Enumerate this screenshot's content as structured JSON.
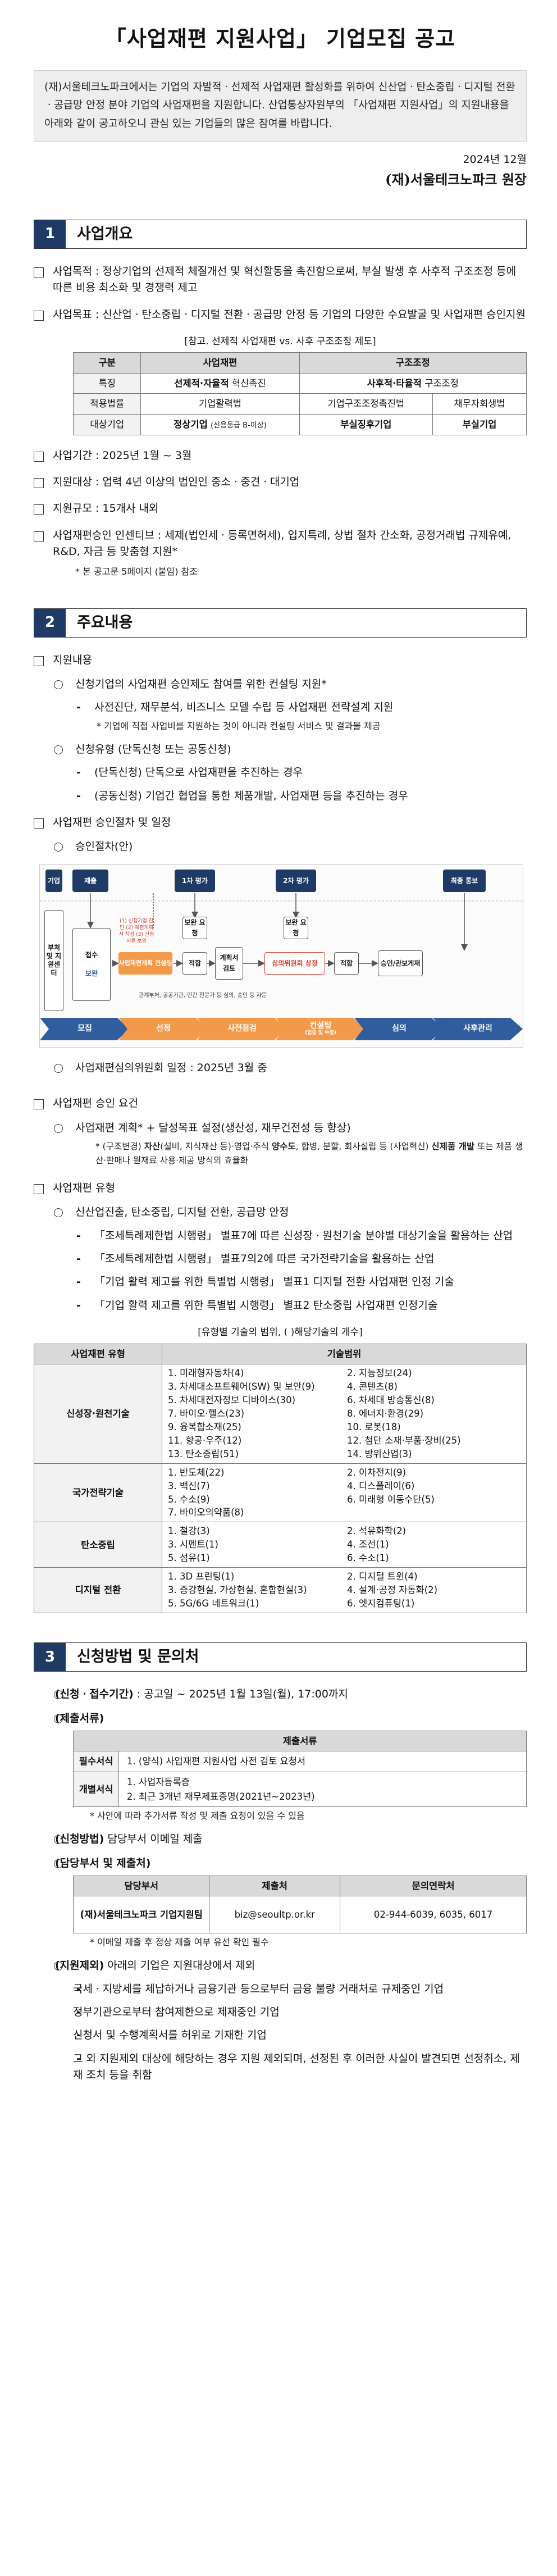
{
  "title": "「사업재편 지원사업」 기업모집 공고",
  "intro": "(재)서울테크노파크에서는 기업의 자발적ㆍ선제적 사업재편 활성화를 위하여 신산업ㆍ탄소중립ㆍ디지털 전환ㆍ공급망 안정 분야 기업의 사업재편을 지원합니다. 산업통상자원부의 「사업재편 지원사업」의 지원내용을 아래와 같이 공고하오니 관심 있는 기업들의 많은 참여를 바랍니다.",
  "date": "2024년 12월",
  "org": "(재)서울테크노파크 원장",
  "sec1": {
    "num": "1",
    "title": "사업개요",
    "purpose": "사업목적 : 정상기업의 선제적 체질개선 및 혁신활동을 촉진함으로써, 부실 발생 후 사후적 구조조정 등에 따른 비용 최소화 및 경쟁력 제고",
    "goal": "사업목표 : 신산업ㆍ탄소중립ㆍ디지털 전환ㆍ공급망 안정 등 기업의 다양한 수요발굴 및 사업재편 승인지원",
    "table_caption": "[참고. 선제적 사업재편 vs. 사후 구조조정 제도]",
    "table": {
      "h_label": "구분",
      "h_a": "사업재편",
      "h_b": "구조조정",
      "r1_label": "특징",
      "r1_a_bold": "선제적·자율적",
      "r1_a_rest": "혁신촉진",
      "r1_b_bold": "사후적·타율적",
      "r1_b_rest": "구조조정",
      "r2_label": "적용법률",
      "r2_a": "기업활력법",
      "r2_b1": "기업구조조정촉진법",
      "r2_b2": "채무자회생법",
      "r3_label": "대상기업",
      "r3_a_bold": "정상기업",
      "r3_a_rest": "(신용등급 B-이상)",
      "r3_b1": "부실징후기업",
      "r3_b2": "부실기업"
    },
    "period": "사업기간 : 2025년 1월 ~ 3월",
    "target": "지원대상 : 업력 4년 이상의 법인인 중소ㆍ중견ㆍ대기업",
    "scale": "지원규모 : 15개사 내외",
    "incentive": "사업재편승인 인센티브 : 세제(법인세ㆍ등록면허세), 입지특례, 상법 절차 간소화, 공정거래법 규제유예, R&D, 자금 등 맞춤형 지원*",
    "incentive_note": "* 본 공고문 5페이지 (붙임) 참조"
  },
  "sec2": {
    "num": "2",
    "title": "주요내용",
    "support": "지원내용",
    "consult": "신청기업의 사업재편 승인제도 참여를 위한 컨설팅 지원*",
    "consult_d1": "사전진단, 재무분석, 비즈니스 모델 수립 등 사업재편 전략설계 지원",
    "consult_note": "* 기업에 직접 사업비를 지원하는 것이 아니라 컨설팅 서비스 및 결과물 제공",
    "type": "신청유형 (단독신청 또는 공동신청)",
    "type_d1": "(단독신청) 단독으로 사업재편을 추진하는 경우",
    "type_d2": "(공동신청) 기업간 협업을 통한 제품개발, 사업재편 등을 추진하는 경우",
    "process": "사업재편 승인절차 및 일정",
    "process_sub": "승인절차(안)",
    "flow": {
      "lane_left": "기업",
      "lane_left2": "부처 및 지원센터",
      "apply": "제출",
      "stage1": "1차 평가",
      "stage2": "2차 평가",
      "stage3": "최종 통보",
      "receive": "접수",
      "supplement": "보완",
      "supp_req1": "보완 요청",
      "supp_req2": "보완 요청",
      "consult_box": "사업재편계획 컨설팅",
      "review": "적합",
      "plan": "계획서 검토",
      "committee": "심의위원회 상정",
      "fit": "적합",
      "approve": "승인/관보게재",
      "consult_note": "(1) 신청기업 진단 (2) 재편계획서 작성 (3) 신청서류 보완",
      "bottom_note": "관계부처, 공공기관, 민간 전문가 등 심의, 승인 등 자문",
      "steps": [
        "모집",
        "선정",
        "사전점검",
        "컨설팅",
        "심의",
        "사후관리"
      ],
      "step4_sub": "(업종 및 수정)"
    },
    "committee_sched": "사업재편심의위원회 일정 : 2025년 3월 중",
    "req": "사업재편 승인 요건",
    "req_plan": "사업재편 계획* + 달성목표 설정(생산성, 재무건전성 등 향상)",
    "req_note_pre": "* (구조변경) ",
    "req_note_b1": "자산",
    "req_note_m1": "(설비, 지식재산 등)·영업·주식 ",
    "req_note_b2": "양수도",
    "req_note_m2": ", 합병, 분할, 회사설립 등 (사업혁신) ",
    "req_note_b3": "신제품 개발",
    "req_note_m3": " 또는 제품 생산·판매나 원재료 사용·제공 방식의 효율화",
    "rtype": "사업재편 유형",
    "rtype_c": "신산업진출, 탄소중립, 디지털 전환, 공급망 안정",
    "rtype_d1": "「조세특례제한법 시행령」 별표7에 따른 신성장ㆍ원천기술 분야별 대상기술을 활용하는 산업",
    "rtype_d2": "「조세특례제한법 시행령」 별표7의2에 따른 국가전략기술을 활용하는 산업",
    "rtype_d3": "「기업 활력 제고를 위한 특별법 시행령」 별표1 디지털 전환 사업재편 인정 기술",
    "rtype_d4": "「기업 활력 제고를 위한 특별법 시행령」 별표2 탄소중립 사업재편 인정기술",
    "tech_caption": "[유형별 기술의 범위, ( )해당기술의 개수]",
    "tech_h1": "사업재편 유형",
    "tech_h2": "기술범위",
    "tech": [
      {
        "cat": "신성장·원천기술",
        "items": [
          "1. 미래형자동차(4)",
          "2. 지능정보(24)",
          "3. 차세대소프트웨어(SW) 및 보안(9)",
          "4. 콘텐츠(8)",
          "5. 차세대전자정보 디바이스(30)",
          "6. 차세대 방송통신(8)",
          "7. 바이오·헬스(23)",
          "8. 에너지·환경(29)",
          "9. 융복합소재(25)",
          "10. 로봇(18)",
          "11. 항공·우주(12)",
          "12. 첨단 소재·부품·장비(25)",
          "13. 탄소중립(51)",
          "14. 방위산업(3)"
        ]
      },
      {
        "cat": "국가전략기술",
        "items": [
          "1. 반도체(22)",
          "2. 이차전지(9)",
          "3. 백신(7)",
          "4. 디스플레이(6)",
          "5. 수소(9)",
          "6. 미래형 이동수단(5)",
          "7. 바이오의약품(8)",
          ""
        ]
      },
      {
        "cat": "탄소중립",
        "items": [
          "1. 철강(3)",
          "2. 석유화학(2)",
          "3. 시멘트(1)",
          "4. 조선(1)",
          "5. 섬유(1)",
          "6. 수소(1)"
        ]
      },
      {
        "cat": "디지털 전환",
        "items": [
          "1. 3D 프린팅(1)",
          "2. 디지털 트윈(4)",
          "3. 증강현실, 가상현실, 혼합현실(3)",
          "4. 설계·공정 자동화(2)",
          "5. 5G/6G 네트워크(1)",
          "6. 엣지컴퓨팅(1)"
        ]
      }
    ]
  },
  "sec3": {
    "num": "3",
    "title": "신청방법 및 문의처",
    "period_label": "(신청ㆍ접수기간)",
    "period_text": " : 공고일 ~ 2025년 1월 13일(월), 17:00까지",
    "docs_label": "(제출서류)",
    "docs_h": "제출서류",
    "docs": [
      {
        "label": "필수서식",
        "lines": [
          "1. (양식) 사업재편 지원사업 사전 검토 요청서"
        ]
      },
      {
        "label": "개별서식",
        "lines": [
          "1. 사업자등록증",
          "2. 최근 3개년 재무제표증명(2021년~2023년)"
        ]
      }
    ],
    "docs_note": "* 사안에 따라 추가서류 작성 및 제출 요청이 있을 수 있음",
    "method_label": "(신청방법)",
    "method_text": " 담당부서 이메일 제출",
    "contact_label": "(담당부서 및 제출처)",
    "contact_h": [
      "담당부서",
      "제출처",
      "문의연락처"
    ],
    "contact": [
      "(재)서울테크노파크 기업지원팀",
      "biz@seoultp.or.kr",
      "02-944-6039, 6035, 6017"
    ],
    "contact_note": "* 이메일 제출 후 정상 제출 여부 유선 확인 필수",
    "excl_label": "(지원제외)",
    "excl_text": " 아래의 기업은 지원대상에서 제외",
    "excl": [
      "국세ㆍ지방세를 체납하거나 금융기관 등으로부터 금융 불량 거래처로 규제중인 기업",
      "정부기관으로부터 참여제한으로 제재중인 기업",
      "신청서 및 수행계획서를 허위로 기재한 기업",
      "그 외 지원제외 대상에 해당하는 경우 지원 제외되며, 선정된 후 이러한 사실이 발견되면 선정취소, 제재 조치 등을 취함"
    ]
  }
}
